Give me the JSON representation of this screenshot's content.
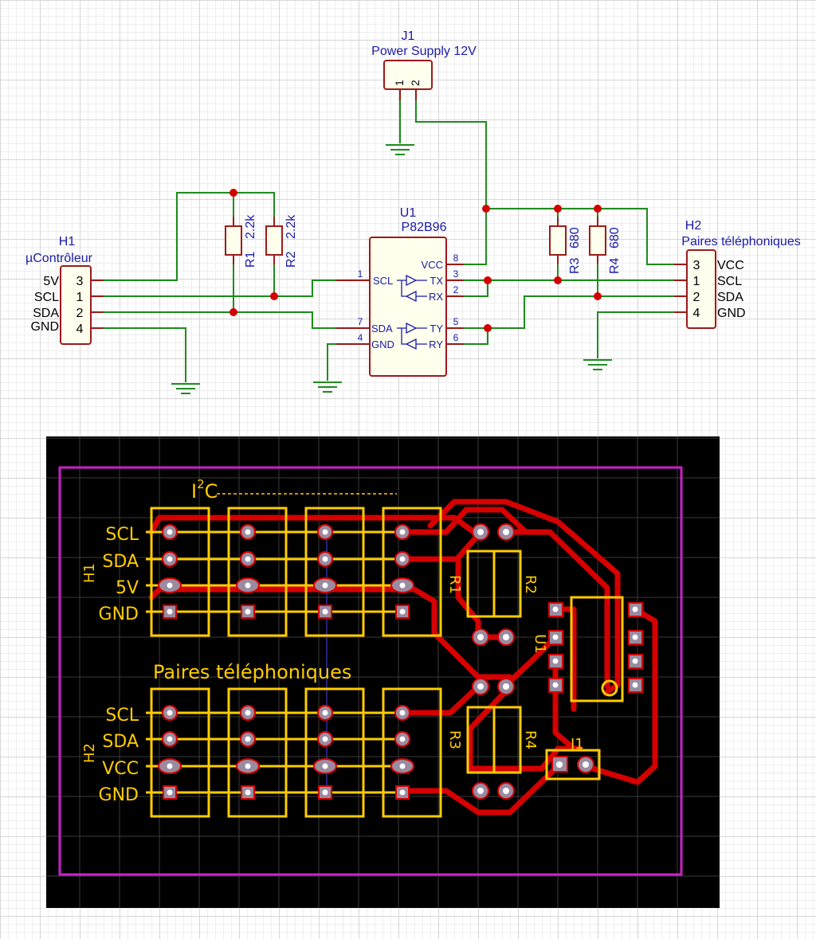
{
  "colors": {
    "wire": "#1e8c1e",
    "pin": "#9b1b1b",
    "junction": "#d40000",
    "part_border": "#9b1b1b",
    "part_fill": "#ffffee",
    "label_blue": "#1a1aa8",
    "pcb_bg": "#000000",
    "pcb_outline": "#cc1fcc",
    "silk": "#ffcc00",
    "track": "#d60000",
    "pad": "#9a8ca0"
  },
  "schematic": {
    "j1": {
      "ref": "J1",
      "value": "Power Supply 12V",
      "pin1": "1",
      "pin2": "2"
    },
    "h1": {
      "ref": "H1",
      "value": "µContrôleur",
      "pins": [
        {
          "net": "5V",
          "num": "3"
        },
        {
          "net": "SCL",
          "num": "1"
        },
        {
          "net": "SDA",
          "num": "2"
        },
        {
          "net": "GND",
          "num": "4"
        }
      ]
    },
    "h2": {
      "ref": "H2",
      "value": "Paires téléphoniques",
      "pins": [
        {
          "net": "VCC",
          "num": "3"
        },
        {
          "net": "SCL",
          "num": "1"
        },
        {
          "net": "SDA",
          "num": "2"
        },
        {
          "net": "GND",
          "num": "4"
        }
      ]
    },
    "u1": {
      "ref": "U1",
      "value": "P82B96",
      "pins": {
        "scl": {
          "name": "SCL",
          "num": "1"
        },
        "sda": {
          "name": "SDA",
          "num": "7"
        },
        "gnd": {
          "name": "GND",
          "num": "4"
        },
        "vcc": {
          "name": "VCC",
          "num": "8"
        },
        "tx": {
          "name": "TX",
          "num": "3"
        },
        "rx": {
          "name": "RX",
          "num": "2"
        },
        "ty": {
          "name": "TY",
          "num": "5"
        },
        "ry": {
          "name": "RY",
          "num": "6"
        }
      }
    },
    "r1": {
      "ref": "R1",
      "value": "2.2k"
    },
    "r2": {
      "ref": "R2",
      "value": "2.2k"
    },
    "r3": {
      "ref": "R3",
      "value": "680"
    },
    "r4": {
      "ref": "R4",
      "value": "680"
    }
  },
  "pcb": {
    "i2c_label": "I",
    "i2c_sup": "2",
    "i2c_tail": "C",
    "h1_ref": "H1",
    "h1_nets": [
      "SCL",
      "SDA",
      "5V",
      "GND"
    ],
    "h2_title": "Paires téléphoniques",
    "h2_ref": "H2",
    "h2_nets": [
      "SCL",
      "SDA",
      "VCC",
      "GND"
    ],
    "r1": "R1",
    "r2": "R2",
    "r3": "R3",
    "r4": "R4",
    "u1": "U1",
    "j1": "J1"
  }
}
